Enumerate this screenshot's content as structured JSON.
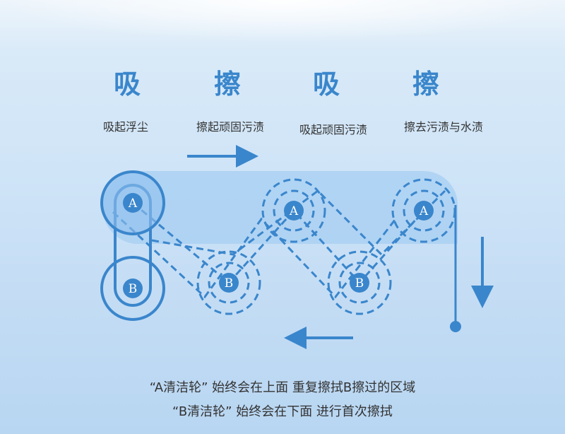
{
  "steps": [
    {
      "title": "吸",
      "desc": "吸起浮尘"
    },
    {
      "title": "擦",
      "desc": "擦起顽固污渍"
    },
    {
      "title": "吸",
      "desc": "吸起顽固污渍"
    },
    {
      "title": "擦",
      "desc": "擦去污渍与水渍"
    }
  ],
  "wheels": {
    "a": "A",
    "b": "B"
  },
  "captions": [
    "“A清洁轮” 始终会在上面 重复擦拭B擦过的区域",
    "“B清洁轮” 始终会在下面 进行首次擦拭"
  ],
  "colors": {
    "accent": "#3a86cc",
    "band": "#a9cff2"
  }
}
